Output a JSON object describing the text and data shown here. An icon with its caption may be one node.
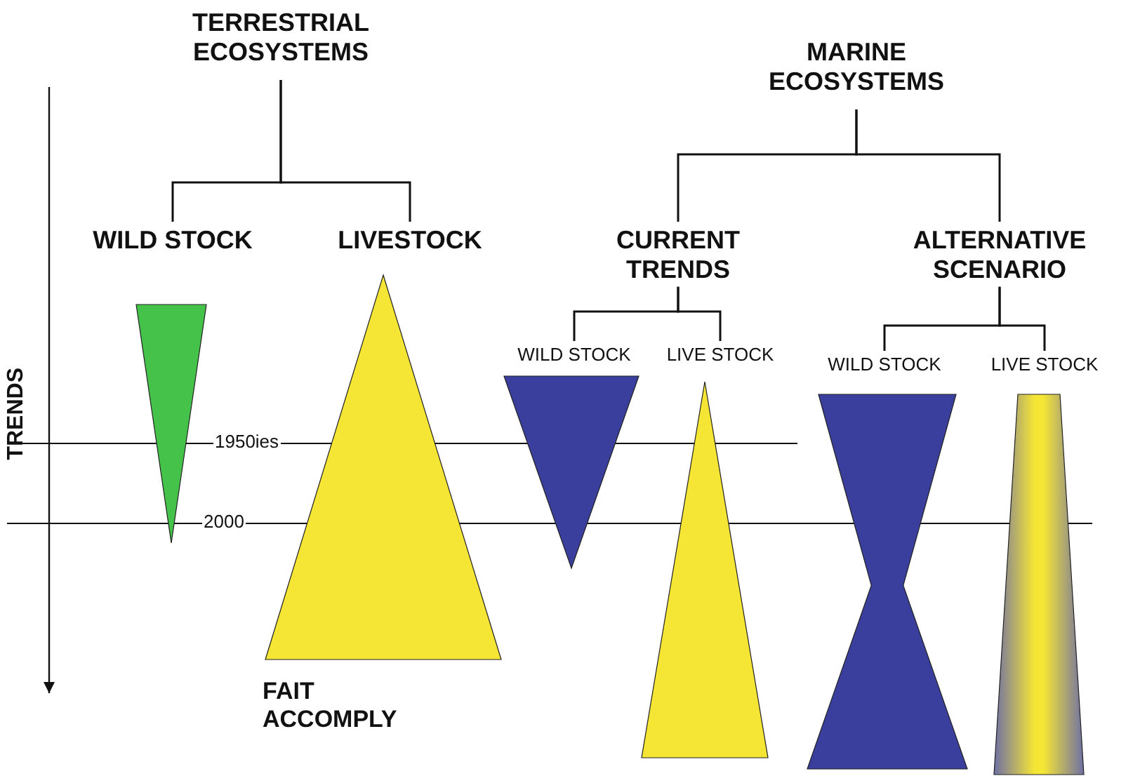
{
  "diagram": {
    "nodes": [
      {
        "text": [
          "TERRESTRIAL ECOSYSTEMS"
        ]
      },
      {
        "text": [
          "WILD STOCK"
        ]
      },
      {
        "text": [
          "LIVESTOCK"
        ]
      },
      {
        "text": [
          "MARINE ECOSYSTEMS"
        ]
      },
      {
        "text": [
          "CURRENT TRENDS"
        ]
      },
      {
        "text": [
          "ALTERNATIVE SCENARIO"
        ]
      },
      {
        "text": [
          "WILD STOCK"
        ]
      },
      {
        "text": [
          "LIVE STOCK"
        ]
      },
      {
        "text": [
          "WILD STOCK"
        ]
      },
      {
        "text": [
          "LIVE STOCK"
        ]
      },
      {
        "text": [],
        "shape": "triangle"
      },
      {
        "text": [],
        "shape": "triangle"
      },
      {
        "text": [],
        "shape": "triangle"
      },
      {
        "text": [],
        "shape": "triangle"
      },
      {
        "text": [],
        "shape": "hourglass"
      },
      {
        "text": [],
        "shape": "trapezoid"
      }
    ],
    "edges": [
      {
        "from": 0,
        "to": 1,
        "arrow": "none"
      },
      {
        "from": 0,
        "to": 2,
        "arrow": "none"
      },
      {
        "from": 3,
        "to": 4,
        "arrow": "none"
      },
      {
        "from": 3,
        "to": 5,
        "arrow": "none"
      },
      {
        "from": 4,
        "to": 6,
        "arrow": "none"
      },
      {
        "from": 4,
        "to": 7,
        "arrow": "none"
      },
      {
        "from": 5,
        "to": 8,
        "arrow": "none"
      },
      {
        "from": 5,
        "to": 9,
        "arrow": "none"
      }
    ],
    "labels": [
      "TRENDS",
      "1950ies",
      "2000",
      "FAIT ACCOMPLY"
    ]
  }
}
